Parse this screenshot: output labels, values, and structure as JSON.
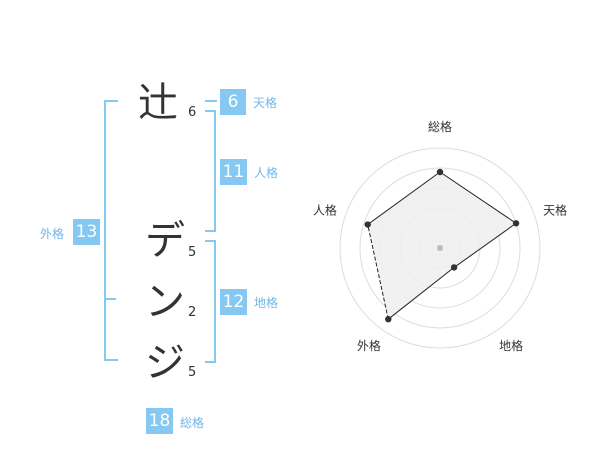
{
  "name": {
    "characters": [
      {
        "char": "辻",
        "strokes": "6"
      },
      {
        "char": "デ",
        "strokes": "5"
      },
      {
        "char": "ン",
        "strokes": "2"
      },
      {
        "char": "ジ",
        "strokes": "5"
      }
    ]
  },
  "kakusu": {
    "tenkaku": {
      "value": "6",
      "label": "天格"
    },
    "jinkaku": {
      "value": "11",
      "label": "人格"
    },
    "chikaku": {
      "value": "12",
      "label": "地格"
    },
    "gaikaku": {
      "value": "13",
      "label": "外格"
    },
    "soukaku": {
      "value": "18",
      "label": "総格"
    }
  },
  "colors": {
    "accent": "#85c8f2",
    "text": "#333333",
    "ring": "#dddddd",
    "fill": "#efefef"
  },
  "chart_data": {
    "type": "radar",
    "axes": [
      "総格",
      "天格",
      "地格",
      "外格",
      "人格"
    ],
    "values": [
      3.8,
      4.0,
      1.2,
      4.4,
      3.8
    ],
    "rmax": 5,
    "rings": 5
  }
}
